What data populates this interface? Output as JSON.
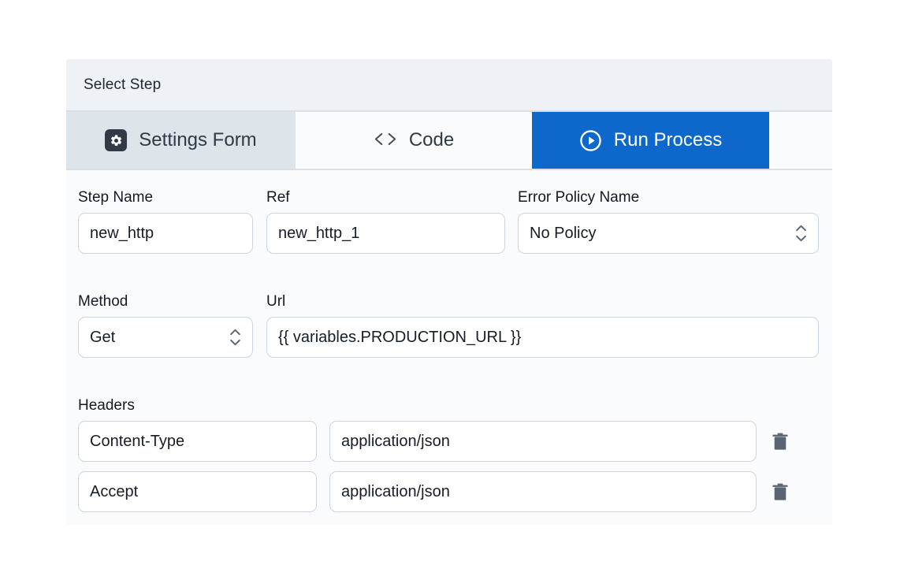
{
  "panel": {
    "header_title": "Select Step"
  },
  "tabs": [
    {
      "id": "settings-form",
      "label": "Settings Form",
      "icon": "gear-icon",
      "active": false,
      "style": "light"
    },
    {
      "id": "code",
      "label": "Code",
      "icon": "code-brackets-icon",
      "active": false,
      "style": "plain"
    },
    {
      "id": "run-process",
      "label": "Run Process",
      "icon": "play-circle-icon",
      "active": true,
      "style": "primary"
    }
  ],
  "form": {
    "step_name": {
      "label": "Step Name",
      "value": "new_http"
    },
    "ref": {
      "label": "Ref",
      "value": "new_http_1"
    },
    "error_policy": {
      "label": "Error Policy Name",
      "value": "No Policy",
      "control": "stepper-select"
    },
    "method": {
      "label": "Method",
      "value": "Get",
      "control": "stepper-select"
    },
    "url": {
      "label": "Url",
      "value": "{{ variables.PRODUCTION_URL }}"
    },
    "headers": {
      "label": "Headers",
      "rows": [
        {
          "key": "Content-Type",
          "value": "application/json",
          "delete_icon": "trash-icon"
        },
        {
          "key": "Accept",
          "value": "application/json",
          "delete_icon": "trash-icon"
        }
      ]
    }
  },
  "colors": {
    "page_background": "#ffffff",
    "panel_background": "#fafbfd",
    "header_background": "#eef1f5",
    "tab_active_primary": "#0e67cb",
    "tab_settings_background": "#dde4ea",
    "border": "#dadfe5",
    "input_border": "#ccd5e0",
    "text_primary": "#141a22",
    "icon_muted": "#5a6472",
    "gear_badge": "#323a47"
  }
}
